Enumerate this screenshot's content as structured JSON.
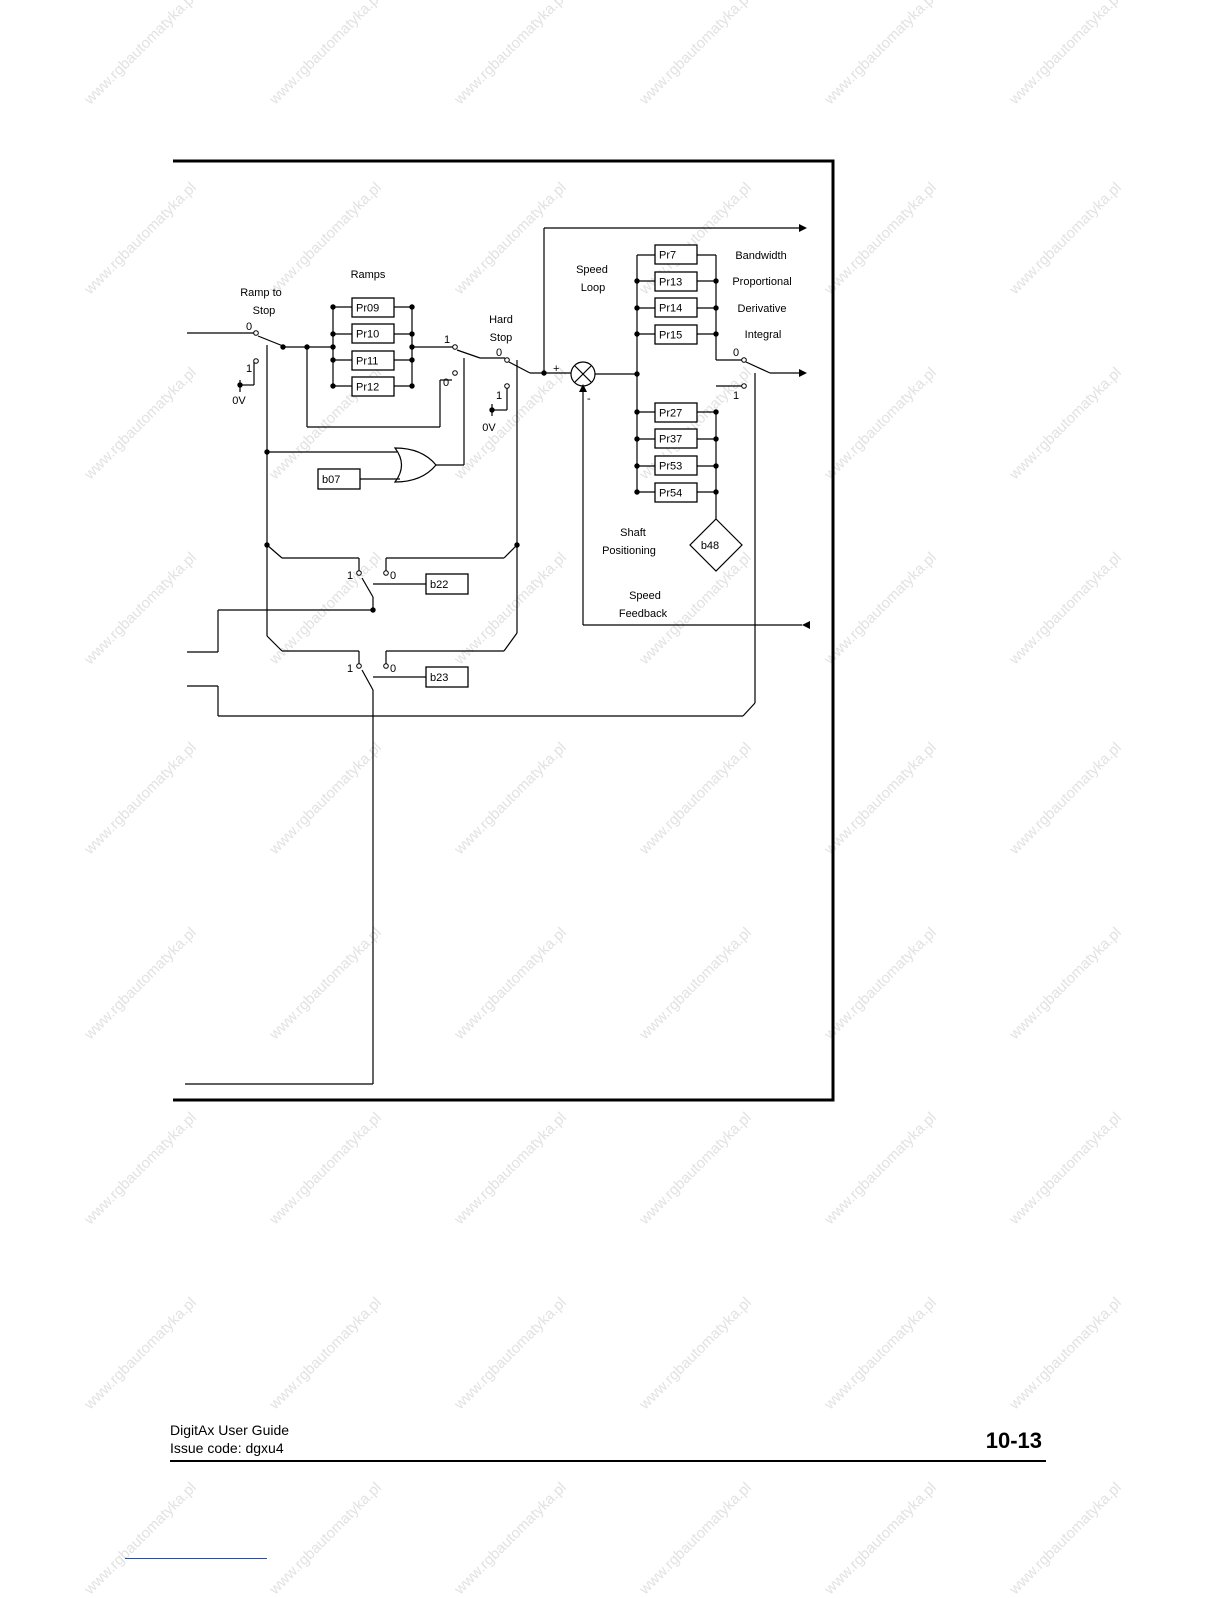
{
  "watermark": "www.rgbautomatyka.pl",
  "diagram": {
    "labels": {
      "ramp_to": "Ramp to",
      "stop": "Stop",
      "ramps": "Ramps",
      "hard": "Hard",
      "hard_stop": "Stop",
      "speed": "Speed",
      "loop": "Loop",
      "bandwidth": "Bandwidth",
      "proportional": "Proportional",
      "derivative": "Derivative",
      "integral": "Integral",
      "shaft": "Shaft",
      "positioning": "Positioning",
      "speed_fb": "Speed",
      "feedback": "Feedback",
      "zero_v": "0V",
      "zero": "0",
      "one": "1",
      "plus": "+",
      "minus": "-"
    },
    "ramp_params": [
      "Pr09",
      "Pr10",
      "Pr11",
      "Pr12"
    ],
    "speed_params_top": [
      "Pr7",
      "Pr13",
      "Pr14",
      "Pr15"
    ],
    "speed_params_bottom": [
      "Pr27",
      "Pr37",
      "Pr53",
      "Pr54"
    ],
    "bits": {
      "or_input": "b07",
      "switch1": "b22",
      "switch2": "b23",
      "diamond": "b48"
    }
  },
  "footer": {
    "title": "DigitAx User Guide",
    "issue": "Issue code:  dgxu4",
    "page": "10-13"
  }
}
